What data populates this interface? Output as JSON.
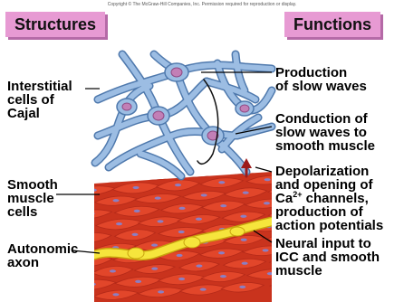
{
  "copyright": "Copyright © The McGraw-Hill Companies, Inc. Permission required for reproduction or display.",
  "headers": {
    "structures": "Structures",
    "functions": "Functions"
  },
  "structures": {
    "icc": "Interstitial\ncells of\nCajal",
    "smooth_muscle": "Smooth\nmuscle\ncells",
    "axon": "Autonomic\naxon"
  },
  "functions": {
    "slow_waves": "Production\nof slow waves",
    "conduction": "Conduction of\nslow waves to\nsmooth muscle",
    "depolarization_pre": "Depolarization\nand opening of\nCa",
    "depolarization_sup": "2+",
    "depolarization_post": " channels,\nproduction of\naction potentials",
    "neural": "Neural input to\nICC and smooth\nmuscle"
  },
  "colors": {
    "tab": "#e79ad3",
    "icc": "#8fb1d9",
    "icc_outline": "#4f79ad",
    "nucleus": "#c27fb6",
    "muscle": "#e2462a",
    "muscle_dark": "#b52a19",
    "muscle_nucleus": "#8a7fc4",
    "axon": "#f5e23a"
  }
}
